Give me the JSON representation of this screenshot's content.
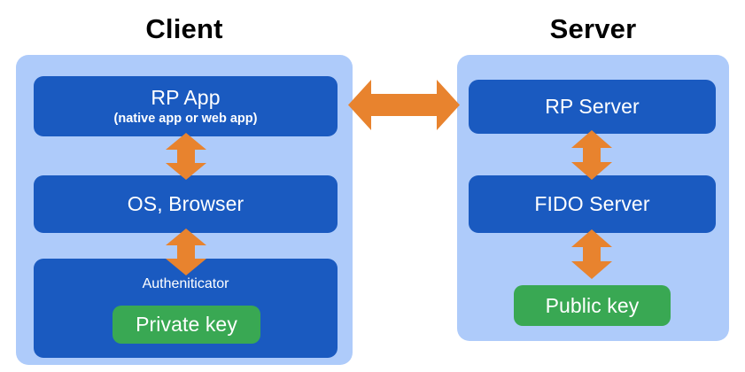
{
  "diagram": {
    "title_client": "Client",
    "title_server": "Server",
    "colors": {
      "panel_light_blue": "#AECBFA",
      "box_blue": "#1A5AC0",
      "key_green": "#39A853",
      "arrow_orange": "#E8832E",
      "text_white": "#FFFFFF",
      "text_black": "#000000",
      "background": "#FFFFFF"
    },
    "client": {
      "boxes": [
        {
          "title": "RP App",
          "subtitle": "(native app or web app)"
        },
        {
          "title": "OS, Browser",
          "subtitle": ""
        },
        {
          "title": "Autheniticator",
          "subtitle": ""
        }
      ],
      "key": {
        "label": "Private key"
      }
    },
    "server": {
      "boxes": [
        {
          "title": "RP Server",
          "subtitle": ""
        },
        {
          "title": "FIDO Server",
          "subtitle": ""
        }
      ],
      "key": {
        "label": "Public key"
      }
    },
    "arrows": [
      {
        "name": "rp-app-to-os-browser",
        "direction": "bidirectional-vertical"
      },
      {
        "name": "os-browser-to-authenticator",
        "direction": "bidirectional-vertical"
      },
      {
        "name": "client-to-server",
        "direction": "bidirectional-horizontal"
      },
      {
        "name": "rp-server-to-fido-server",
        "direction": "bidirectional-vertical"
      },
      {
        "name": "fido-server-to-public-key",
        "direction": "bidirectional-vertical"
      }
    ]
  }
}
